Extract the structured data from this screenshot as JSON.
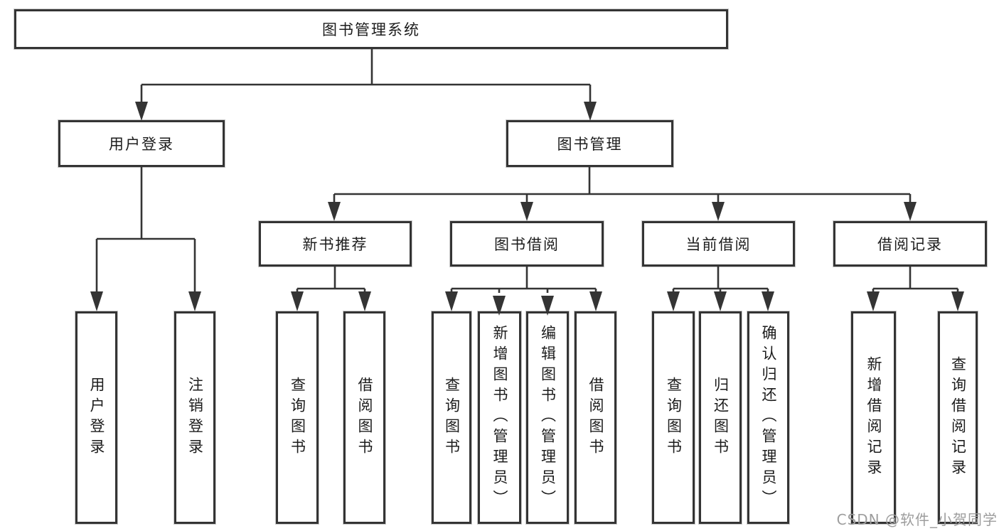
{
  "tree": {
    "root": {
      "label": "图书管理系统"
    },
    "branches": [
      {
        "id": "login",
        "label": "用户登录",
        "leaves": [
          "用户登录",
          "注销登录"
        ]
      },
      {
        "id": "manage",
        "label": "图书管理",
        "sections": [
          {
            "id": "newbook",
            "label": "新书推荐",
            "leaves": [
              "查询图书",
              "借阅图书"
            ]
          },
          {
            "id": "borrow",
            "label": "图书借阅",
            "leaves": [
              "查询图书",
              "新增图书（管理员）",
              "编辑图书（管理员）",
              "借阅图书"
            ]
          },
          {
            "id": "current",
            "label": "当前借阅",
            "leaves": [
              "查询图书",
              "归还图书",
              "确认归还（管理员）"
            ]
          },
          {
            "id": "records",
            "label": "借阅记录",
            "leaves": [
              "新增借阅记录",
              "查询借阅记录"
            ]
          }
        ]
      }
    ]
  },
  "watermark": {
    "text": "CSDN @软件_小贺同学"
  },
  "colors": {
    "background": "#ffffff",
    "line": "#343434",
    "box_border": "#343434",
    "text": "#1c1c1c",
    "watermark": "#9d9d9d"
  }
}
